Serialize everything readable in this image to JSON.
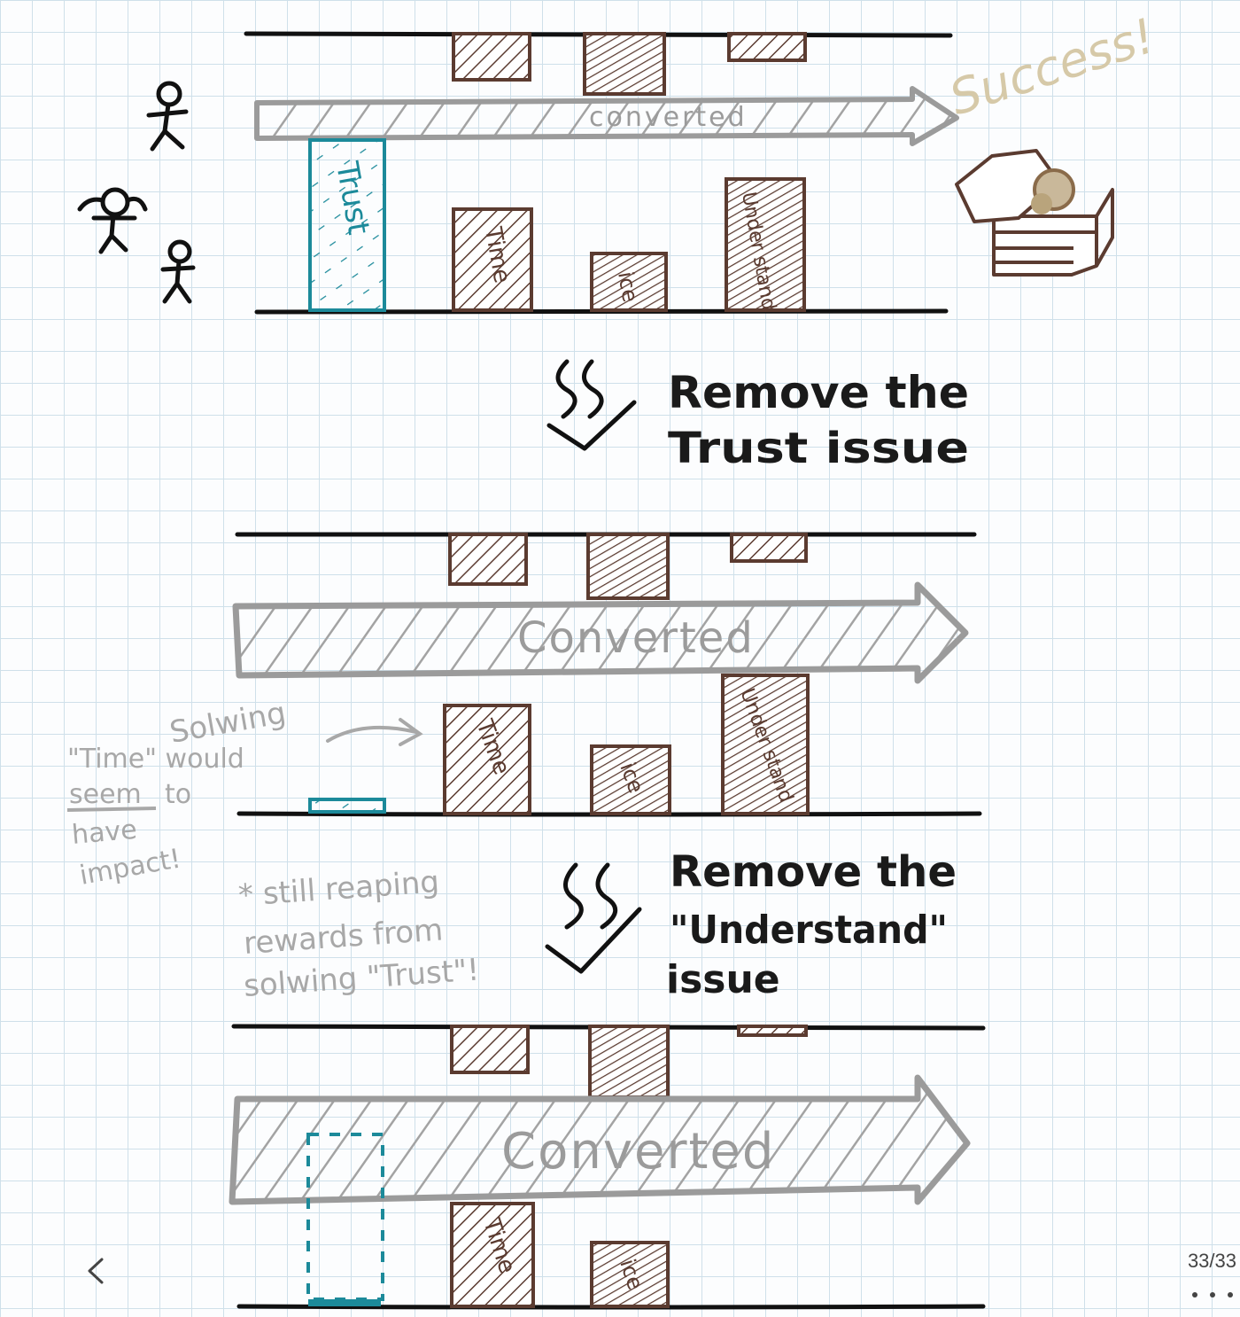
{
  "colors": {
    "ink": "#1a1a1a",
    "pipeline_gray": "#9b9b9b",
    "barrier_brown": "#5b3b30",
    "trust_teal": "#1c8a9a",
    "success_tan": "#d6c9a8",
    "grid_line": "#cfe0ea"
  },
  "panel1": {
    "pipe_label": "converted",
    "trust_label": "Trust",
    "time_label": "Time",
    "ice_label": "ice",
    "understand_label": "Under stand",
    "success_text": "Success!",
    "treasure_icon": "treasure-chest-icon",
    "people_icons": [
      "stick-figure-icon",
      "stick-figure-icon",
      "stick-figure-icon"
    ]
  },
  "step1": {
    "line1": "Remove the",
    "line2": "Trust issue"
  },
  "panel2": {
    "pipe_label": "Converted",
    "time_label": "Time",
    "ice_label": "ice",
    "understand_label": "Under stand",
    "note_line1": "Solwing",
    "note_line2": "\"Time\" would",
    "note_line3_underlined": "seem",
    "note_line3_rest": "to",
    "note_line4": "have",
    "note_line5": "impact!"
  },
  "step2": {
    "line1": "Remove the",
    "line2": "\"Understand\"",
    "line3": "issue"
  },
  "side_note": {
    "line1": "* still reaping",
    "line2": "rewards from",
    "line3": "solwing \"Trust\"!"
  },
  "panel3": {
    "pipe_label": "Converted",
    "time_label": "Time",
    "ice_label": "ice"
  },
  "nav": {
    "page_counter": "33/33",
    "back_icon": "chevron-left-icon",
    "more_icon": "more-horizontal-icon"
  }
}
